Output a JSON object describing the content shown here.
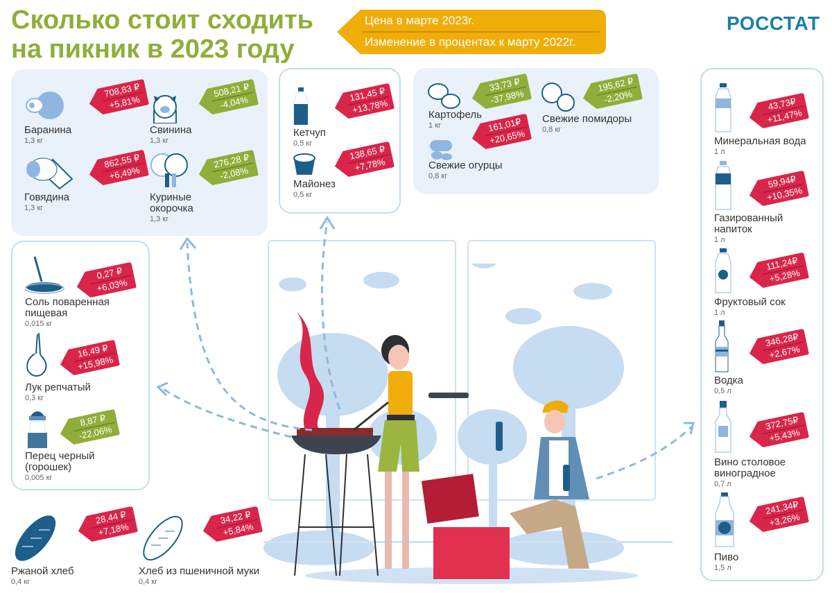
{
  "header": {
    "title_line1": "Сколько стоит сходить",
    "title_line2": "на пикник в 2023 году",
    "legend_price": "Цена в марте 2023г.",
    "legend_change": "Изменение в процентах к марту 2022г.",
    "logo": "РОССТАТ"
  },
  "colors": {
    "title": "#8fae3a",
    "increase_tag": "#d9254a",
    "decrease_tag": "#8fae3a",
    "legend_bg": "#f0ad0a",
    "logo": "#1a7fa8",
    "panel_fill": "#e9f1fa",
    "panel_border": "#c3dcef"
  },
  "meat": [
    {
      "name": "Баранина",
      "qty": "1,3 кг",
      "price": "708,83 ₽",
      "change": "+5,81%",
      "trend": "up",
      "icon": "sheep-icon"
    },
    {
      "name": "Свинина",
      "qty": "1,3 кг",
      "price": "508,21 ₽",
      "change": "-4,04%",
      "trend": "down",
      "icon": "pig-icon"
    },
    {
      "name": "Говядина",
      "qty": "1,3 кг",
      "price": "862,55 ₽",
      "change": "+6,49%",
      "trend": "up",
      "icon": "cow-icon"
    },
    {
      "name": "Куриные",
      "name2": "окорочка",
      "qty": "1,3 кг",
      "price": "276,28 ₽",
      "change": "-2,08%",
      "trend": "down",
      "icon": "chicken-legs-icon"
    }
  ],
  "sauces": [
    {
      "name": "Кетчуп",
      "qty": "0,5 кг",
      "price": "131,45 ₽",
      "change": "+13,78%",
      "trend": "up",
      "icon": "ketchup-bottle-icon"
    },
    {
      "name": "Майонез",
      "qty": "0,5 кг",
      "price": "138,65 ₽",
      "change": "+7,78%",
      "trend": "up",
      "icon": "mayonnaise-tub-icon"
    }
  ],
  "vegetables": [
    {
      "name": "Картофель",
      "qty": "1 кг",
      "price": "33,73 ₽",
      "change": "-37,98%",
      "trend": "down",
      "icon": "potato-icon"
    },
    {
      "name": "Свежие помидоры",
      "qty": "0,8 кг",
      "price": "195,62 ₽",
      "change": "-2,20%",
      "trend": "down",
      "icon": "tomato-icon"
    },
    {
      "name": "Свежие огурцы",
      "qty": "0,8 кг",
      "price": "161,01₽",
      "change": "+20,65%",
      "trend": "up",
      "icon": "cucumber-icon"
    }
  ],
  "spices": [
    {
      "name": "Соль поваренная",
      "name2": "пищевая",
      "qty": "0,015 кг",
      "price": "0,27 ₽",
      "change": "+6,03%",
      "trend": "up",
      "icon": "salt-bowl-icon"
    },
    {
      "name": "Лук репчатый",
      "qty": "0,3 кг",
      "price": "16,49 ₽",
      "change": "+15,98%",
      "trend": "up",
      "icon": "onion-icon"
    },
    {
      "name": "Перец черный",
      "name2": "(горошек)",
      "qty": "0,005 кг",
      "price": "8,87 ₽",
      "change": "-22,06%",
      "trend": "down",
      "icon": "pepper-jar-icon"
    }
  ],
  "bread": [
    {
      "name": "Ржаной хлеб",
      "qty": "0,4 кг",
      "price": "28,44 ₽",
      "change": "+7,18%",
      "trend": "up",
      "icon": "rye-bread-icon"
    },
    {
      "name": "Хлеб из пшеничной муки",
      "qty": "0,4 кг",
      "price": "34,22 ₽",
      "change": "+5,84%",
      "trend": "up",
      "icon": "wheat-bread-icon"
    }
  ],
  "drinks": [
    {
      "name": "Минеральная вода",
      "qty": "1 л",
      "price": "43,73₽",
      "change": "+11,47%",
      "trend": "up",
      "icon": "water-bottle-icon"
    },
    {
      "name": "Газированный",
      "name2": "напиток",
      "qty": "1 л",
      "price": "59,94₽",
      "change": "+10,35%",
      "trend": "up",
      "icon": "soda-bottle-icon"
    },
    {
      "name": "Фруктовый сок",
      "qty": "1 л",
      "price": "111,24₽",
      "change": "+5,28%",
      "trend": "up",
      "icon": "juice-bottle-icon"
    },
    {
      "name": "Водка",
      "qty": "0,5 л",
      "price": "346,28₽",
      "change": "+2,67%",
      "trend": "up",
      "icon": "vodka-bottle-icon"
    },
    {
      "name": "Вино столовое",
      "name2": "виноградное",
      "qty": "0,7 л",
      "price": "372,75₽",
      "change": "+5,43%",
      "trend": "up",
      "icon": "wine-bottle-icon"
    },
    {
      "name": "Пиво",
      "qty": "1,5 л",
      "price": "241,34₽",
      "change": "+3,26%",
      "trend": "up",
      "icon": "beer-bottle-icon"
    }
  ]
}
